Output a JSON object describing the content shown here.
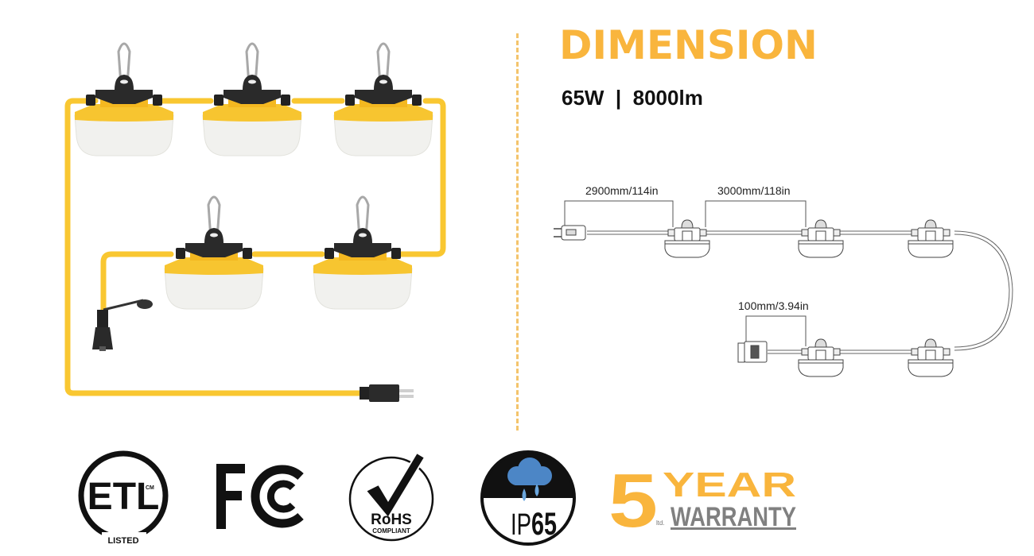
{
  "header": {
    "title": "DIMENSION",
    "specs": "65W  |  8000lm",
    "power": "65W",
    "lumens": "8000lm"
  },
  "dimensions": {
    "plug_to_first_lamp": "2900mm/114in",
    "lamp_spacing": "3000mm/118in",
    "last_lamp_to_connector": "100mm/3.94in"
  },
  "product": {
    "lamp_count": 5,
    "colors": {
      "body": "#f7c530",
      "cord": "#f9c731",
      "diffuser": "#f1f1ee",
      "cap": "#2a2a2a",
      "accent": "#f9b53d"
    }
  },
  "badges": {
    "etl": {
      "main": "ETL",
      "sub": "LISTED",
      "mark": "CM"
    },
    "fcc": {
      "text": "FC"
    },
    "rohs": {
      "main": "RoHS",
      "sub": "COMPLIANT"
    },
    "ip": {
      "prefix": "IP",
      "rating": "65"
    },
    "warranty": {
      "number": "5",
      "word": "YEAR",
      "label": "WARRANTY",
      "note": "ltd."
    }
  }
}
